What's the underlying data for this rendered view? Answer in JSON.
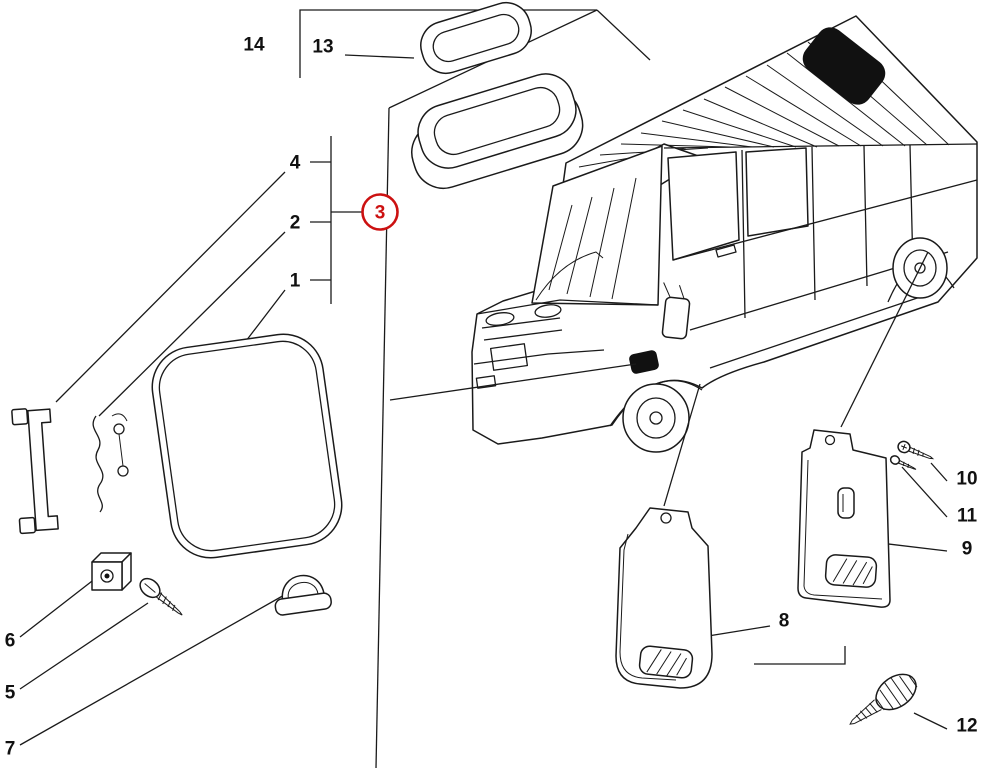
{
  "diagram": {
    "background_color": "#ffffff",
    "line_color": "#1a1a1a",
    "highlight_color": "#cc1111",
    "highlighted_callout": "3",
    "callouts": {
      "n1": "1",
      "n2": "2",
      "n3": "3",
      "n4": "4",
      "n5": "5",
      "n6": "6",
      "n7": "7",
      "n8": "8",
      "n9": "9",
      "n10": "10",
      "n11": "11",
      "n12": "12",
      "n13": "13",
      "n14": "14"
    }
  }
}
